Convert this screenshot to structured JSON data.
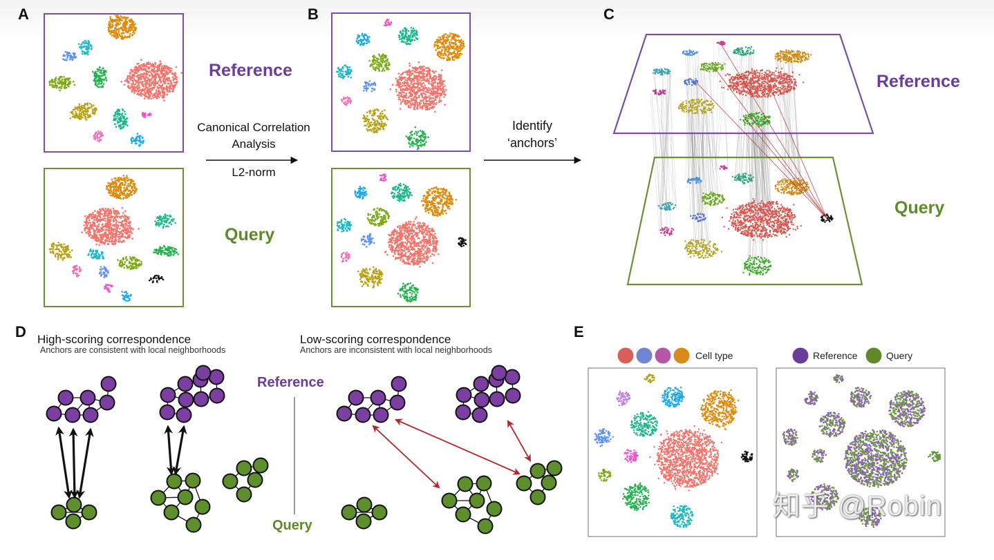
{
  "panels": {
    "A": {
      "letter": "A"
    },
    "B": {
      "letter": "B"
    },
    "C": {
      "letter": "C"
    },
    "D": {
      "letter": "D"
    },
    "E": {
      "letter": "E"
    }
  },
  "labels": {
    "reference": "Reference",
    "query": "Query"
  },
  "arrows": {
    "cca_line1": "Canonical Correlation",
    "cca_line2": "Analysis",
    "l2norm": "L2-norm",
    "identify_line1": "Identify",
    "identify_line2": "‘anchors’"
  },
  "panel_d": {
    "high_title": "High-scoring correspondence",
    "high_sub": "Anchors are consistent with local neighborhoods",
    "low_title": "Low-scoring correspondence",
    "low_sub": "Anchors are inconsistent with local neighborhoods",
    "reference": "Reference",
    "query": "Query"
  },
  "panel_e": {
    "legend_celltype": "Cell type",
    "legend_reference": "Reference",
    "legend_query": "Query",
    "celltype_swatches": [
      "#d9605a",
      "#7086d4",
      "#b457a8",
      "#d98a1c"
    ]
  },
  "colors": {
    "reference": "#6a3d9a",
    "query": "#5e8a2a",
    "node_ref": "#7a3fa0",
    "node_qry": "#5f8f2c",
    "bad_anchor": "#b5262b"
  },
  "watermark": "知乎 @Robin"
}
